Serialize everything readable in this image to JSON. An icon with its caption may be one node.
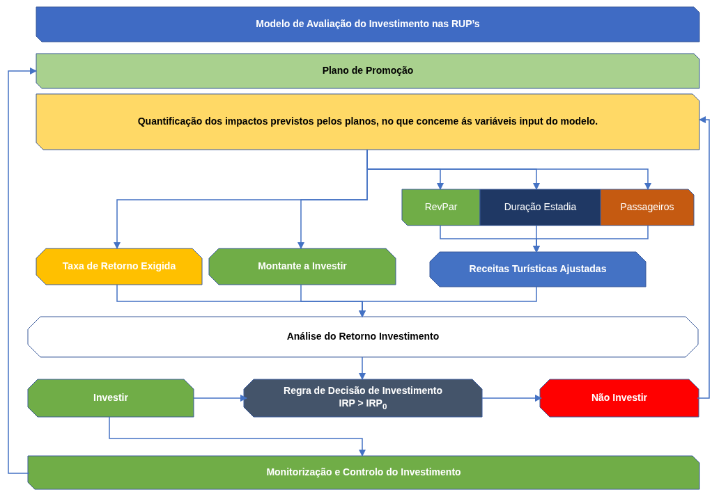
{
  "diagram": {
    "nodes": [
      {
        "text": [
          "Modelo de Avaliação do Investimento nas RUP’s"
        ]
      },
      {
        "text": [
          "Plano de Promoção"
        ]
      },
      {
        "text": [
          "Quantificação dos impactos previstos pelos planos, no que conceme ás variáveis input do modelo."
        ]
      },
      {
        "text": [
          "RevPar"
        ]
      },
      {
        "text": [
          "Duração Estadia"
        ]
      },
      {
        "text": [
          "Passageiros"
        ]
      },
      {
        "text": [
          "Taxa de Retorno Exigida"
        ]
      },
      {
        "text": [
          "Montante a Investir"
        ]
      },
      {
        "text": [
          "Receitas Turísticas Ajustadas"
        ]
      },
      {
        "text": [
          "Análise do Retorno Investimento"
        ]
      },
      {
        "text": [
          "Investir"
        ]
      },
      {
        "text": [
          "Regra de Decisão de Investimento",
          "IRP > IRP$_{0}$"
        ]
      },
      {
        "text": [
          "Não Investir"
        ]
      },
      {
        "text": [
          "Monitorização e Controlo do Investimento"
        ]
      }
    ],
    "edges": [
      {
        "from": 2,
        "to": 6,
        "arrow": "to"
      },
      {
        "from": 2,
        "to": 7,
        "arrow": "to"
      },
      {
        "from": 2,
        "to": 3,
        "arrow": "to"
      },
      {
        "from": 2,
        "to": 4,
        "arrow": "to"
      },
      {
        "from": 2,
        "to": 5,
        "arrow": "to"
      },
      {
        "from": 3,
        "to": 8,
        "arrow": "to"
      },
      {
        "from": 4,
        "to": 8,
        "arrow": "to"
      },
      {
        "from": 5,
        "to": 8,
        "arrow": "to"
      },
      {
        "from": 6,
        "to": 9,
        "arrow": "to"
      },
      {
        "from": 7,
        "to": 9,
        "arrow": "to"
      },
      {
        "from": 8,
        "to": 9,
        "arrow": "to"
      },
      {
        "from": 9,
        "to": 11,
        "arrow": "to"
      },
      {
        "from": 10,
        "to": 11,
        "arrow": "to"
      },
      {
        "from": 11,
        "to": 12,
        "arrow": "to"
      },
      {
        "from": 10,
        "to": 13,
        "arrow": "to"
      },
      {
        "from": 13,
        "to": 1,
        "arrow": "to"
      },
      {
        "from": 12,
        "to": 2,
        "arrow": "to"
      }
    ]
  }
}
